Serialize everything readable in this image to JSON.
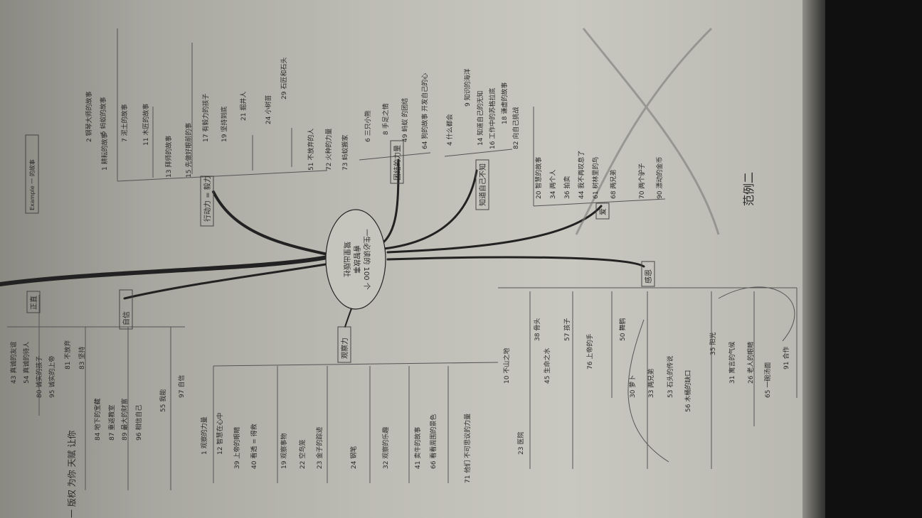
{
  "center": {
    "line1": "一生必读的 100 个",
    "line2": "睿智故事",
    "line3": "鹭里出版社"
  },
  "branches": {
    "top": [
      {
        "label": "行动力 = 毅力",
        "leaves": [
          "1 耕耘的故事",
          "2 钢琴大师的故事",
          "5 蚂蚁的故事",
          "7 泥土的故事",
          "11 木匠的故事",
          "13 拜师的故事",
          "15 先做好眼前的事",
          "17 有毅力的孩子",
          "19 坚持到底",
          "21 掘井人",
          "24 小树苗",
          "29 石匠和石头",
          "51 不放弃的人",
          "72 火种的力量",
          "73 蚂蚁搬家"
        ]
      },
      {
        "label": "团结的力量",
        "leaves": [
          "6 三只小熊",
          "8 手足之情",
          "49 蚂蚁 的团结",
          "64 狗的故事 开发自己的心"
        ]
      },
      {
        "label": "知道自己不知",
        "leaves": [
          "4 什么都会",
          "9 知识的海洋",
          "14 知道自己的无知",
          "16 工作中的苏格拉底",
          "18 谦虚的故事",
          "82 向自己挑战"
        ]
      },
      {
        "label": "爱",
        "leaves": [
          "20 智慧的故事",
          "34 两个人",
          "36 拍卖",
          "44 我不再叹息了",
          "61 树林里的鸟",
          "68 两兄弟",
          "70 两个驴子",
          "90 漂动的金币"
        ]
      }
    ],
    "bottom": [
      {
        "label": "感恩",
        "leaves": [
          "10 不山之地",
          "23 医院",
          "38 骨头",
          "45 生命之水",
          "57 孩子",
          "76 上帝的手",
          "50 舞鹤",
          "30 萝卜",
          "33 两兄弟",
          "53 石头的传说",
          "56 木桶的缺口",
          "35 阳光",
          "31 寓言的气候",
          "26 老人的眼睛",
          "65 一碗汤面",
          "91 合作"
        ]
      },
      {
        "label": "观察力",
        "leaves": [
          "1 观察的力量",
          "12 智慧在心中",
          "39 上帝的眼睛",
          "40 看透 = 得救",
          "19 观察事物",
          "22 空鸟笼",
          "23 金子的踪迹",
          "24 钢笔",
          "32 观察的乐趣",
          "41 卖牛的故事",
          "66 看看周围的景色",
          "71 他们 不可思议的力量"
        ]
      },
      {
        "label": "自信",
        "leaves": [
          "81 不放弃",
          "83 坚持",
          "84 地下的宝藏",
          "87 重返教室",
          "89 最大的财富",
          "96 相信自己",
          "55 我能",
          "97 自信"
        ]
      },
      {
        "label": "正直",
        "leaves": [
          "43 真诚的友谊",
          "54 真诚的待人",
          "80 诚实的孩子",
          "95 诚实的上帝"
        ]
      }
    ]
  },
  "side_note": "Example 一 的故事",
  "page_caption": "范例二",
  "bottom_text": "一 版权 为你 天赋 让你"
}
